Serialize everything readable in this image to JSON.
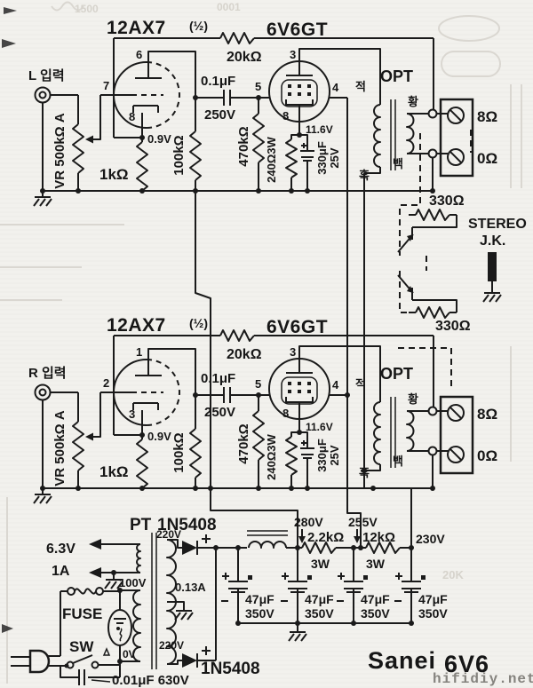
{
  "colors": {
    "ink": "#1a1a1a",
    "paper": "#f2f1ed",
    "watermark_gray": "#85837e",
    "title_ghost": "#6a6a6a"
  },
  "watermark": "hifidiy.net",
  "title": {
    "part1": "Sanei",
    "part2": "6V6"
  },
  "jack": {
    "line1": "STEREO",
    "line2": "J.K."
  },
  "channels": {
    "left": {
      "input": "L 입력",
      "volume": "VR 500kΩ A",
      "tube1": "12AX7",
      "tube1_half": "(½)",
      "tube2": "6V6GT",
      "nfb": "20kΩ",
      "pin_plate": "6",
      "pin_grid": "7",
      "pin_cath": "8",
      "vk1": "0.9V",
      "rk1": "1kΩ",
      "rp": "100kΩ",
      "cc": "0.1μF",
      "ccv": "250V",
      "rg": "470kΩ",
      "p3": "3",
      "p4": "4",
      "p5": "5",
      "p8": "8",
      "vk2": "11.6V",
      "rk2": "240Ω3W",
      "ck": "330μF",
      "ckv": "25V",
      "opt": "OPT",
      "red": "적",
      "yellow": "황",
      "black": "흑",
      "white": "백",
      "t8": "8Ω",
      "t0": "0Ω",
      "rj": "330Ω"
    },
    "right": {
      "input": "R 입력",
      "volume": "VR 500kΩ A",
      "tube1": "12AX7",
      "tube1_half": "(½)",
      "tube2": "6V6GT",
      "nfb": "20kΩ",
      "pin_plate": "1",
      "pin_grid": "2",
      "pin_cath": "3",
      "vk1": "0.9V",
      "rk1": "1kΩ",
      "rp": "100kΩ",
      "cc": "0.1μF",
      "ccv": "250V",
      "rg": "470kΩ",
      "p3": "3",
      "p4": "4",
      "p5": "5",
      "p8": "8",
      "vk2": "11.6V",
      "rk2": "240Ω3W",
      "ck": "330μF",
      "ckv": "25V",
      "opt": "OPT",
      "red": "적",
      "yellow": "황",
      "black": "흑",
      "white": "백",
      "t8": "8Ω",
      "t0": "0Ω",
      "rj": "330Ω"
    }
  },
  "psu": {
    "pt": "PT",
    "d1": "1N5408",
    "d2": "1N5408",
    "heater_v": "6.3V",
    "heater_a": "1A",
    "sec_top": "220V",
    "sec_bottom": "220V",
    "sec_current": "0.13A",
    "pri_top": "100V",
    "pri_bottom": "0V",
    "fuse": "FUSE",
    "sw": "SW",
    "line_cap": "0.01μF 630V",
    "v280": "280V",
    "r1": "2.2kΩ",
    "r1w": "3W",
    "v255": "255V",
    "r2": "12kΩ",
    "r2w": "3W",
    "v230": "230V",
    "caps": [
      {
        "c": "47μF",
        "v": "350V"
      },
      {
        "c": "47μF",
        "v": "350V"
      },
      {
        "c": "47μF",
        "v": "350V"
      },
      {
        "c": "47μF",
        "v": "350V"
      }
    ]
  },
  "ghosts": {
    "g1": "1500",
    "g2": "0001",
    "g3": "20K"
  }
}
